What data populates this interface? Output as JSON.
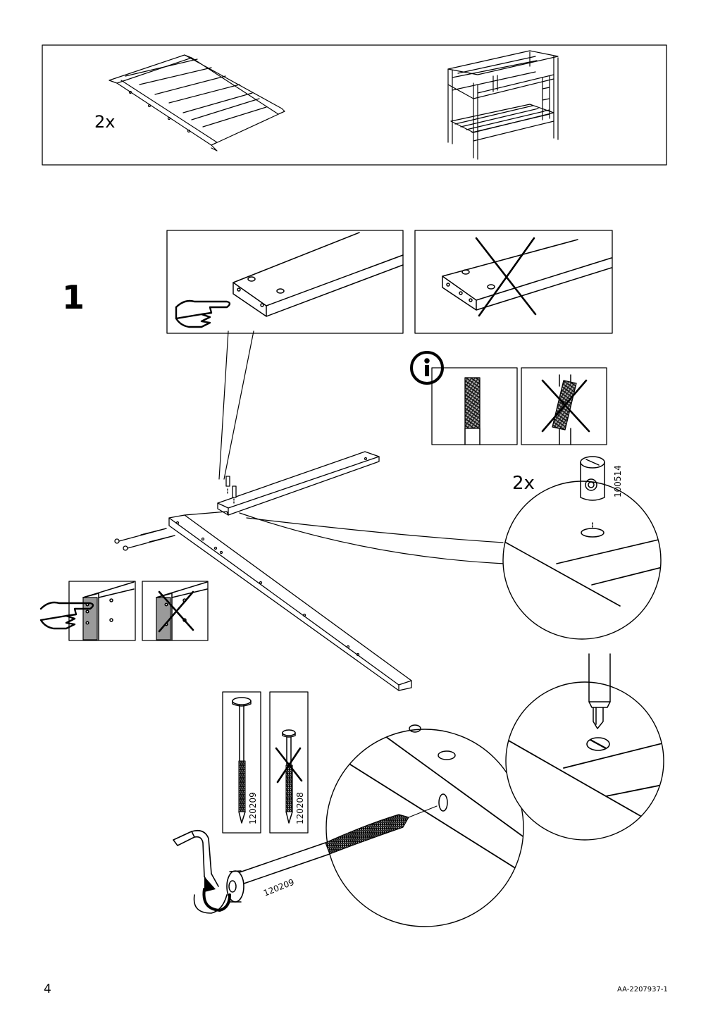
{
  "overview": {
    "quantity_label": "2x"
  },
  "step": {
    "number": "1"
  },
  "fittings": {
    "barrel_nut": {
      "quantity_label": "2x",
      "part_number": "100514"
    },
    "bolt_correct": {
      "part_number": "120209"
    },
    "bolt_wrong": {
      "part_number": "120208"
    },
    "bolt_in_use": {
      "part_number": "120209"
    }
  },
  "footer": {
    "page_number": "4",
    "doc_code": "AA-2207937-1"
  },
  "icons": [
    "info-icon",
    "pointing-hand-icon",
    "cross-icon",
    "rotate-arrow-icon",
    "allen-key-icon",
    "screwdriver-icon"
  ],
  "colors": {
    "ink": "#000000",
    "paper": "#ffffff",
    "shade": "#9a9a9a",
    "thread": "#6a6a6a"
  }
}
